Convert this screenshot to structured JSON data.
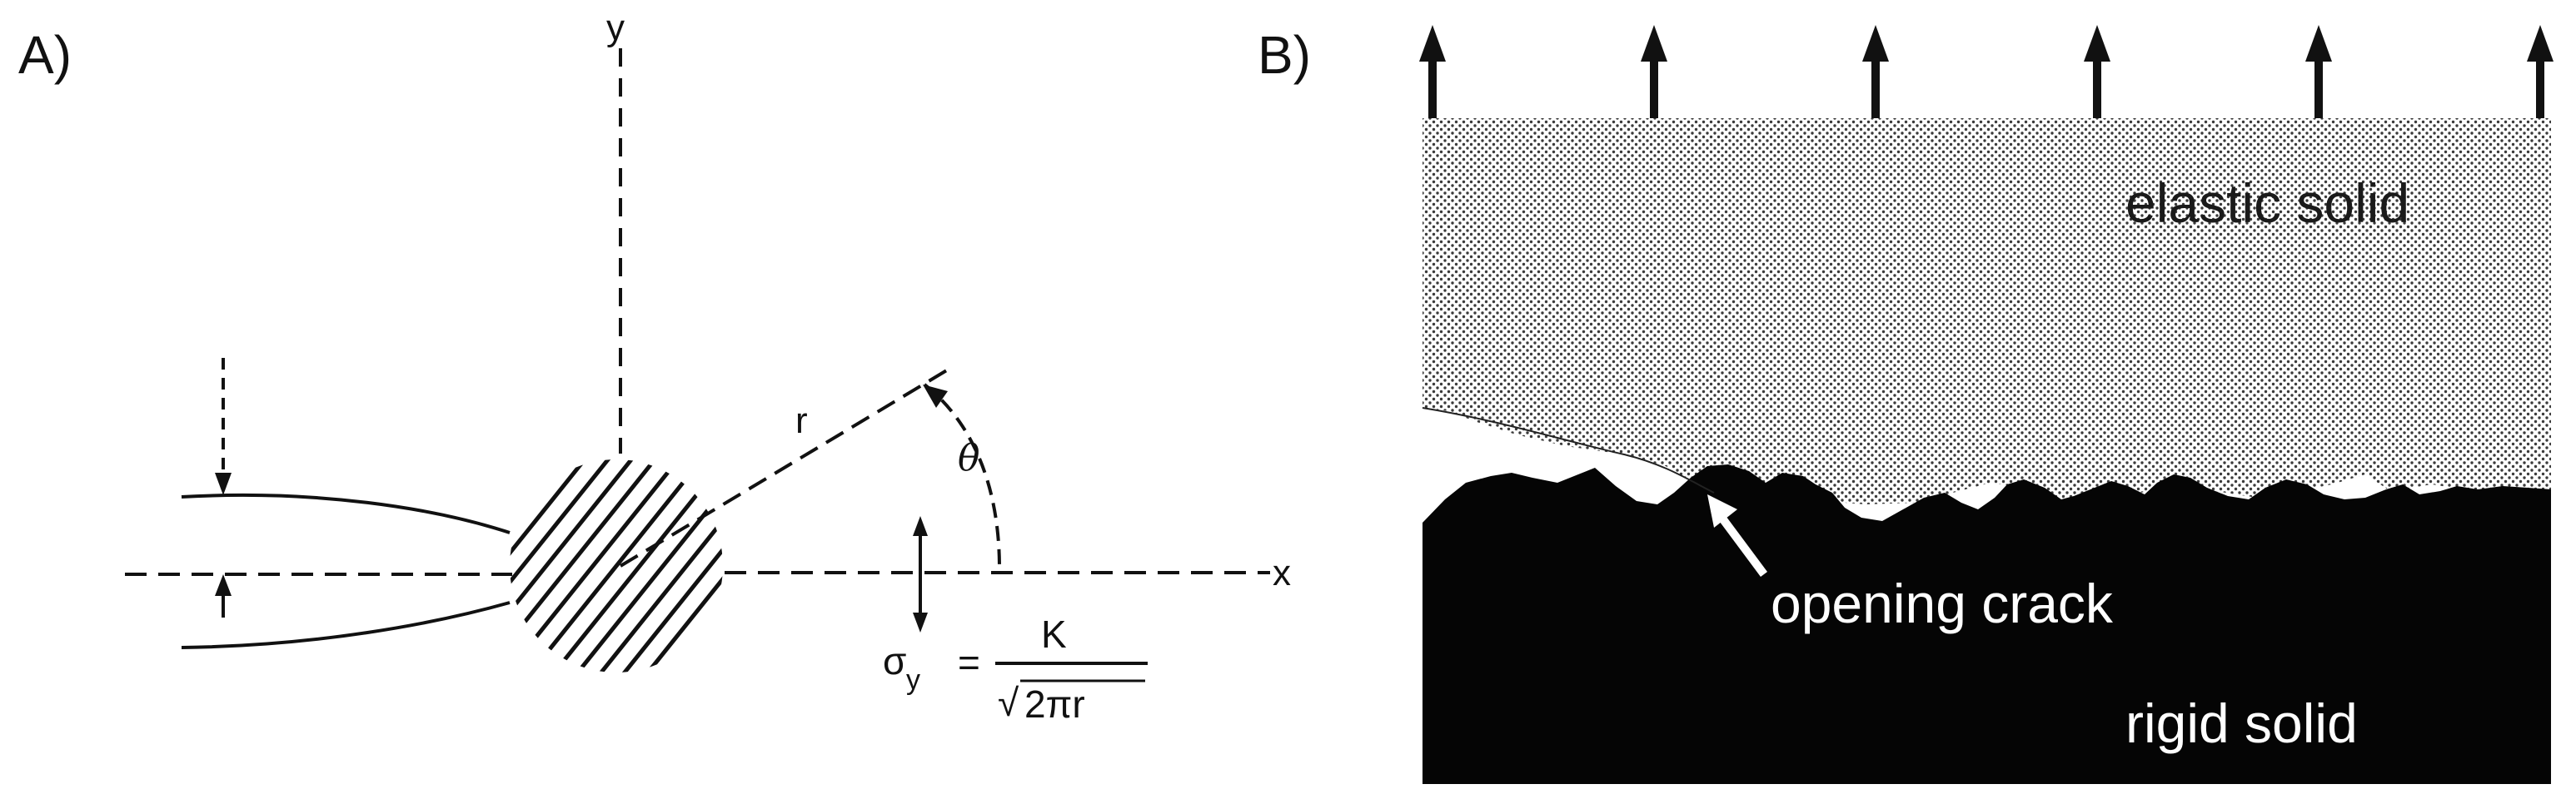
{
  "panels": {
    "a": {
      "label": "A)",
      "y_axis": "y",
      "x_axis": "x",
      "radius": "r",
      "angle": "θ",
      "formula": {
        "lhs": "σ",
        "lhs_sub": "y",
        "equals": "=",
        "numerator": "K",
        "root": "√",
        "denominator": "2πr"
      }
    },
    "b": {
      "label": "B)",
      "elastic": "elastic solid",
      "crack": "opening crack",
      "rigid": "rigid solid",
      "arrow_count": 6
    }
  },
  "colors": {
    "ink": "#111111",
    "rigid": "#050505",
    "dots": "#3a3a3a",
    "label_dark": "#1a1a1a",
    "label_light": "#ffffff"
  }
}
